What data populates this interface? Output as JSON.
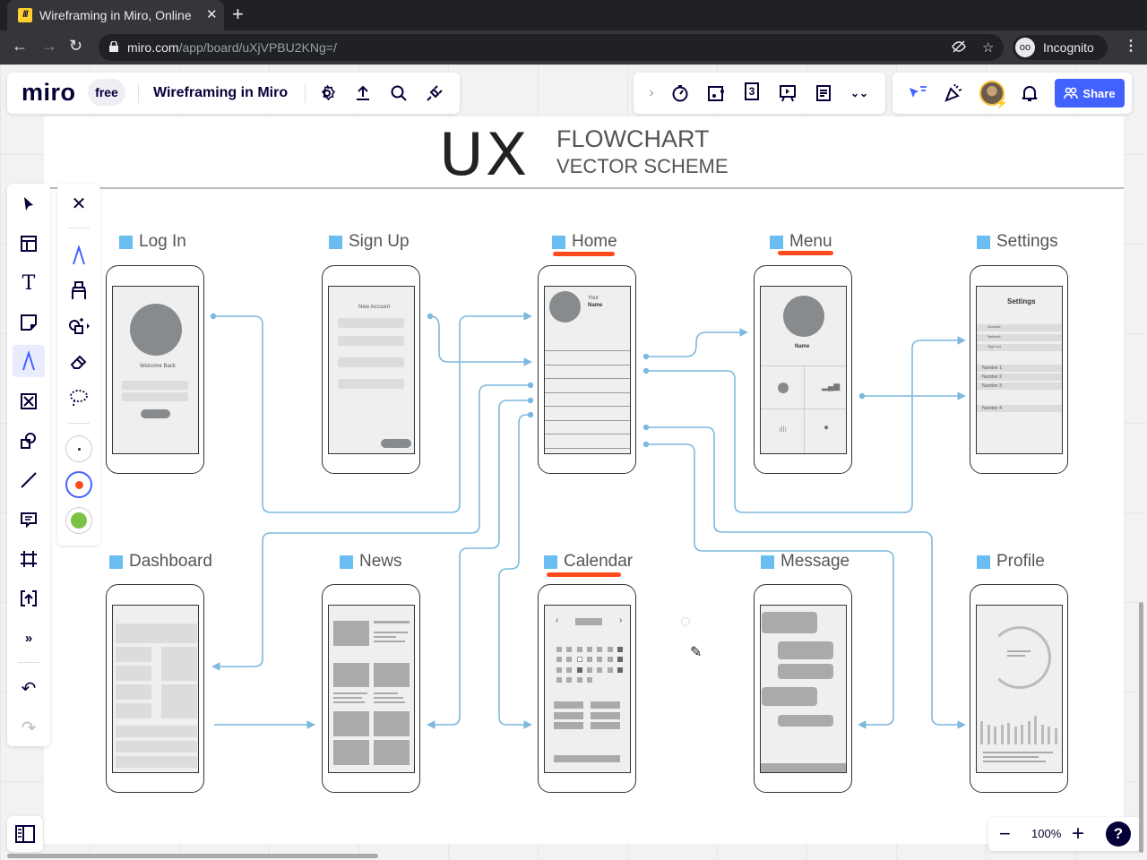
{
  "browser": {
    "tab_title": "Wireframing in Miro, Online",
    "tab_favicon": "miro-favicon",
    "url_host": "miro.com",
    "url_path": "/app/board/uXjVPBU2KNg=/",
    "profile_label": "Incognito"
  },
  "topbar": {
    "logo": "miro",
    "plan": "free",
    "board_title": "Wireframing in Miro",
    "share_label": "Share",
    "icons": [
      "gear-icon",
      "upload-icon",
      "search-icon",
      "plug-icon",
      "chevron-right-icon",
      "timer-icon",
      "card-icon",
      "voting-icon",
      "presentation-icon",
      "notes-icon",
      "more-chevrons-icon",
      "cursor-filter-icon",
      "celebrate-icon",
      "avatar",
      "bell-icon",
      "share-users-icon"
    ]
  },
  "left_toolbar": {
    "tools": [
      "select",
      "templates",
      "text",
      "sticky-note",
      "pen",
      "frame-shape",
      "shapes",
      "line",
      "comment",
      "frame",
      "upload",
      "more",
      "undo",
      "redo"
    ],
    "active_tool": "pen",
    "pen_subtools": [
      "close",
      "pen",
      "highlighter",
      "smart-drawing",
      "eraser",
      "lasso"
    ],
    "colors": [
      "#222222",
      "#ff4a1c",
      "#7cc244"
    ]
  },
  "diagram": {
    "title_big": "UX",
    "title_line1": "FLOWCHART",
    "title_line2": "VECTOR SCHEME",
    "accent": "#69bdf0",
    "connector_color": "#7cb9de",
    "highlight_color": "#ff4a1c",
    "screens": [
      {
        "label": "Log In",
        "underlined": false
      },
      {
        "label": "Sign Up",
        "underlined": false
      },
      {
        "label": "Home",
        "underlined": true
      },
      {
        "label": "Menu",
        "underlined": true
      },
      {
        "label": "Settings",
        "underlined": false
      },
      {
        "label": "Dashboard",
        "underlined": false
      },
      {
        "label": "News",
        "underlined": false
      },
      {
        "label": "Calendar",
        "underlined": true
      },
      {
        "label": "Message",
        "underlined": false
      },
      {
        "label": "Profile",
        "underlined": false
      }
    ],
    "login": {
      "welcome": "Welcome Back"
    },
    "signup": {
      "heading": "New Account"
    },
    "home": {
      "your": "Your",
      "name": "Name"
    },
    "menu": {
      "name": "Name"
    },
    "settings": {
      "heading": "Settings",
      "items": [
        "Account",
        "Network",
        "Sign out"
      ],
      "toggles": [
        "Number 1",
        "Number 2",
        "Number 3"
      ],
      "stepper": "Number 4"
    }
  },
  "zoom": {
    "level": "100%",
    "minus": "−",
    "plus": "+",
    "help": "?"
  }
}
